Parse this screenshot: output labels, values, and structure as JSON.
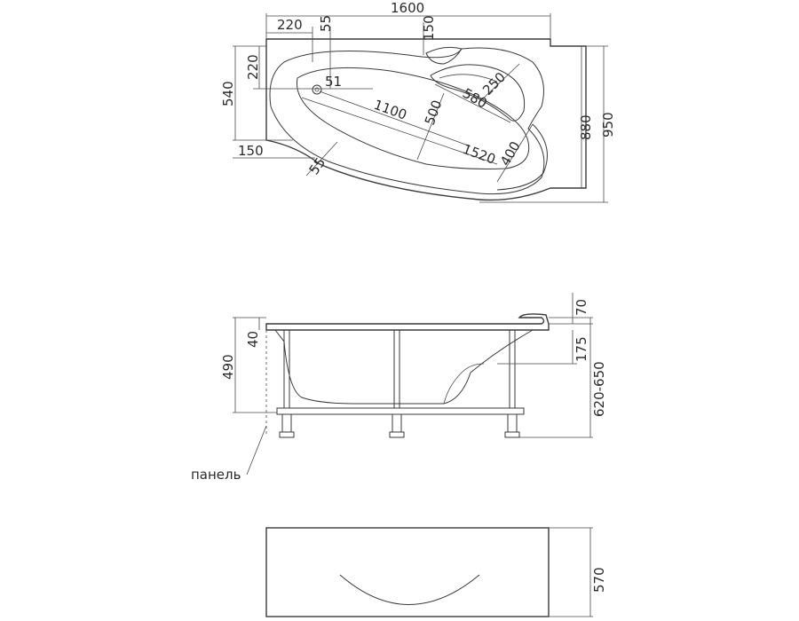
{
  "top_view": {
    "dims": {
      "overall_length": "1600",
      "left_offset": "220",
      "drain_offset_x": "55",
      "top_offset": "150",
      "left_depth": "540",
      "left_top_offset": "220",
      "drain_diameter": "51",
      "inner_length": "1100",
      "inner_width": "500",
      "headrest_radius": "250",
      "headrest_length": "580",
      "right_inner_depth": "880",
      "right_depth": "950",
      "bottom_left": "150",
      "drain_offset_y": "55",
      "inner_diagonal": "1520",
      "right_inner_width": "400"
    }
  },
  "side_view": {
    "dims": {
      "rim_height": "70",
      "total_height": "490",
      "rim_offset": "40",
      "leg_adjust": "175",
      "height_range": "620-650"
    },
    "panel_label": "панель"
  },
  "panel_view": {
    "dims": {
      "panel_height": "570"
    }
  }
}
